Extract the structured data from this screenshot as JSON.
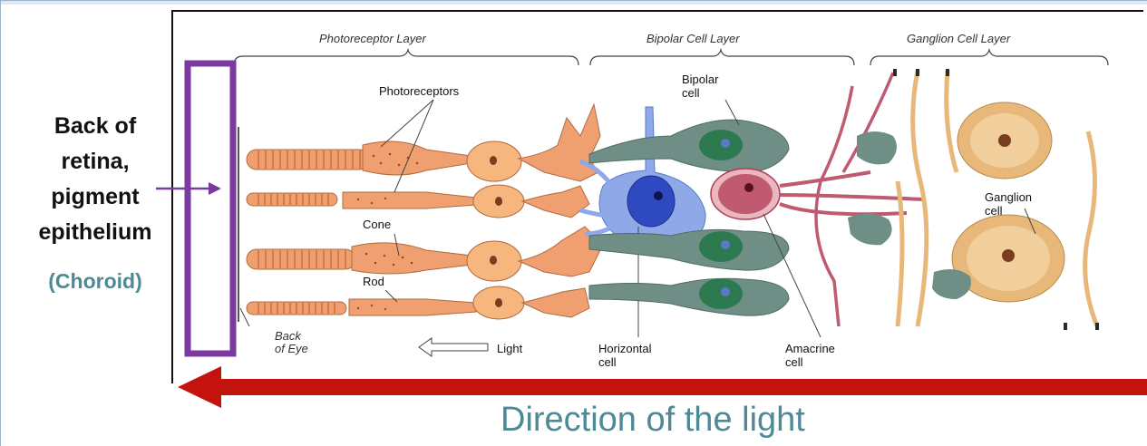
{
  "layers": {
    "photoreceptor": "Photoreceptor Layer",
    "bipolar": "Bipolar Cell Layer",
    "ganglion": "Ganglion Cell Layer"
  },
  "callouts": {
    "photoreceptors": "Photoreceptors",
    "cone": "Cone",
    "rod": "Rod",
    "back_of_eye_line1": "Back",
    "back_of_eye_line2": "of Eye",
    "light": "Light",
    "bipolar_line1": "Bipolar",
    "bipolar_line2": "cell",
    "horizontal_line1": "Horizontal",
    "horizontal_line2": "cell",
    "amacrine_line1": "Amacrine",
    "amacrine_line2": "cell",
    "ganglion_line1": "Ganglion",
    "ganglion_line2": "cell"
  },
  "side_label": {
    "line1": "Back of",
    "line2": "retina,",
    "line3": "pigment",
    "line4": "epithelium",
    "choroid": "(Choroid)"
  },
  "direction_label": "Direction of the light",
  "colors": {
    "photoreceptor": "#f0a070",
    "bipolar": "#6f8f86",
    "horizontal": "#7f9ee0",
    "amacrine": "#c05a70",
    "ganglion": "#e8b87a",
    "highlight_box": "#7a3aa0",
    "arrow": "#c4120f",
    "text_accent": "#4d8a96"
  }
}
